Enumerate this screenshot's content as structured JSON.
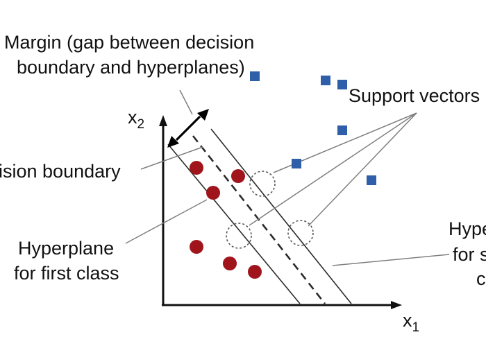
{
  "labels": {
    "margin_line1": "Margin (gap between decision",
    "margin_line2": "boundary and hyperplanes)",
    "support_vectors": "Support vectors",
    "decision_boundary": "Decision boundary",
    "hyperplane_first_line1": "Hyperplane",
    "hyperplane_first_line2": "for first class",
    "hyperplane_second_line1": "Hyperplane",
    "hyperplane_second_line2": "for second",
    "hyperplane_second_line3": "class"
  },
  "axes": {
    "x_letter": "x",
    "x_subscript": "1",
    "y_letter": "x",
    "y_subscript": "2"
  },
  "first_class": {
    "shape": "circle",
    "color": "#a0141c",
    "points": [
      [
        0.8,
        3.3
      ],
      [
        1.2,
        2.7
      ],
      [
        0.8,
        1.4
      ],
      [
        1.6,
        1.0
      ],
      [
        2.2,
        0.8
      ]
    ],
    "support_vectors": [
      [
        1.8,
        3.1
      ]
    ]
  },
  "second_class": {
    "shape": "square",
    "color": "#2f5fa8",
    "points": [
      [
        3.9,
        5.4
      ],
      [
        4.3,
        5.3
      ],
      [
        4.3,
        4.2
      ],
      [
        5.0,
        3.0
      ]
    ],
    "support_vectors": [
      [
        2.2,
        5.5
      ],
      [
        3.2,
        3.4
      ]
    ]
  },
  "colors": {
    "line": "#2b2b2b",
    "pointer": "#7f7f7f",
    "highlight_ring": "#555555"
  }
}
